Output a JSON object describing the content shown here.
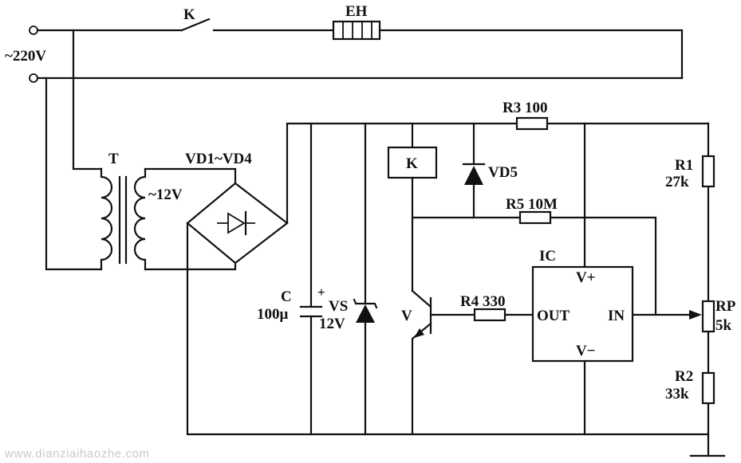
{
  "labels": {
    "supply": "~220V",
    "switch": "K",
    "heater": "EH",
    "transformer": "T",
    "secondary": "~12V",
    "bridge": "VD1~VD4",
    "capacitor_name": "C",
    "capacitor_value": "100μ",
    "capacitor_polarity": "+",
    "zener_name": "VS",
    "zener_value": "12V",
    "relay": "K",
    "diode": "VD5",
    "r3": "R3 100",
    "r5": "R5 10M",
    "r4": "R4 330",
    "transistor": "V",
    "ic_name": "IC",
    "ic_vplus": "V+",
    "ic_vminus": "V−",
    "ic_out": "OUT",
    "ic_in": "IN",
    "r1_name": "R1",
    "r1_value": "27k",
    "rp_name": "RP",
    "rp_value": "5k",
    "r2_name": "R2",
    "r2_value": "33k"
  },
  "watermark": "www.dianziaihaozhe.com"
}
